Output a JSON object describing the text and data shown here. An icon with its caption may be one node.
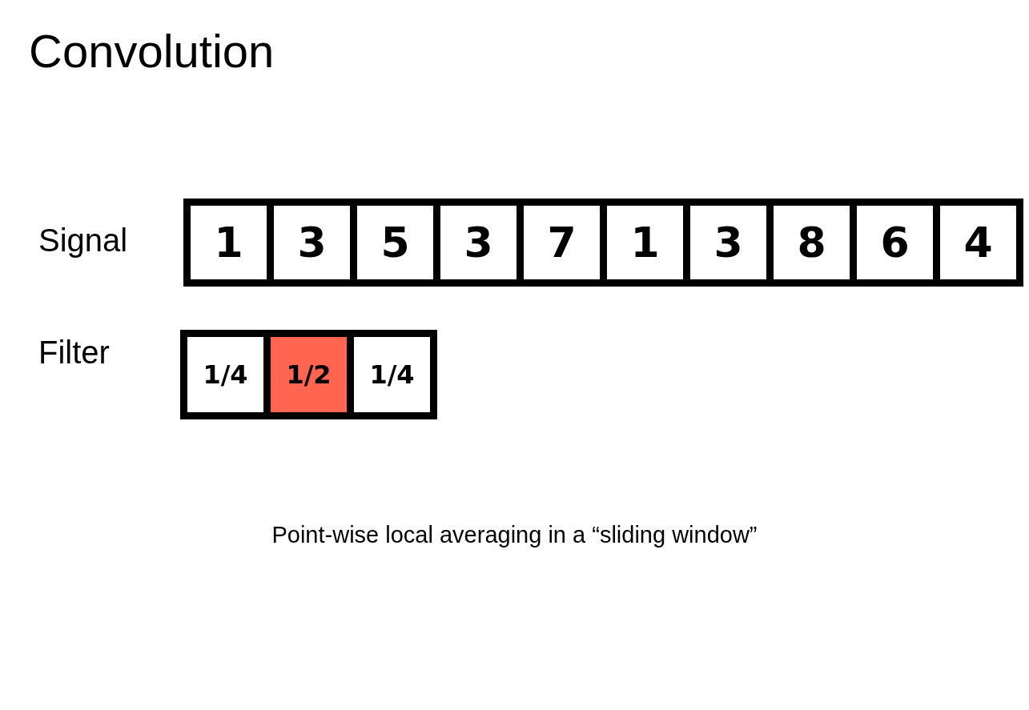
{
  "diagram": {
    "title": "Convolution",
    "nodes": [
      {
        "text": [
          "1"
        ]
      },
      {
        "text": [
          "3"
        ]
      },
      {
        "text": [
          "5"
        ]
      },
      {
        "text": [
          "3"
        ]
      },
      {
        "text": [
          "7"
        ]
      },
      {
        "text": [
          "1"
        ]
      },
      {
        "text": [
          "3"
        ]
      },
      {
        "text": [
          "8"
        ]
      },
      {
        "text": [
          "6"
        ]
      },
      {
        "text": [
          "4"
        ]
      },
      {
        "text": [
          "1/4"
        ]
      },
      {
        "text": [
          "1/2"
        ]
      },
      {
        "text": [
          "1/4"
        ]
      }
    ],
    "edges": [],
    "labels": [
      "Signal",
      "Filter"
    ],
    "caption": "Point-wise local averaging in a “sliding window”"
  }
}
